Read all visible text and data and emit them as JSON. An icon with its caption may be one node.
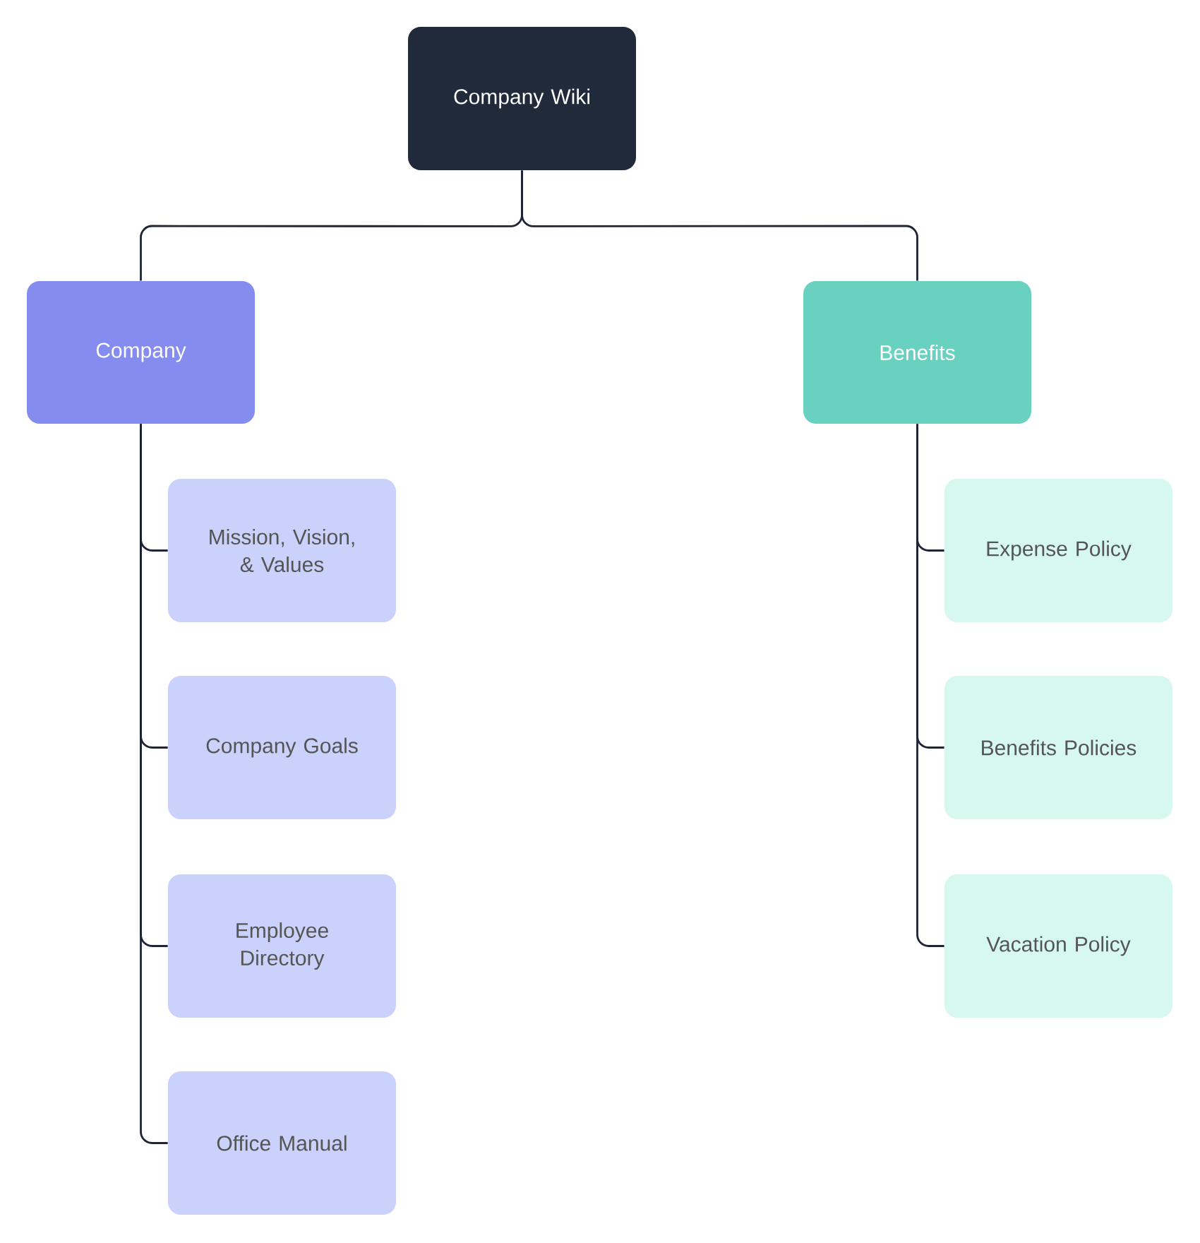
{
  "diagram": {
    "nodes": [
      {
        "text": [
          "Company Wiki"
        ]
      },
      {
        "text": [
          "Company"
        ]
      },
      {
        "text": [
          "Benefits"
        ]
      },
      {
        "text": [
          "Mission, Vision, & Values"
        ]
      },
      {
        "text": [
          "Company Goals"
        ]
      },
      {
        "text": [
          "Employee Directory"
        ]
      },
      {
        "text": [
          "Office Manual"
        ]
      },
      {
        "text": [
          "Expense Policy"
        ]
      },
      {
        "text": [
          "Benefits Policies"
        ]
      },
      {
        "text": [
          "Vacation Policy"
        ]
      }
    ],
    "edges": [
      {
        "from": 0,
        "to": 1,
        "arrow": "none"
      },
      {
        "from": 0,
        "to": 2,
        "arrow": "none"
      },
      {
        "from": 1,
        "to": 3,
        "arrow": "none"
      },
      {
        "from": 1,
        "to": 4,
        "arrow": "none"
      },
      {
        "from": 1,
        "to": 5,
        "arrow": "none"
      },
      {
        "from": 1,
        "to": 6,
        "arrow": "none"
      },
      {
        "from": 2,
        "to": 7,
        "arrow": "none"
      },
      {
        "from": 2,
        "to": 8,
        "arrow": "none"
      },
      {
        "from": 2,
        "to": 9,
        "arrow": "none"
      }
    ]
  }
}
